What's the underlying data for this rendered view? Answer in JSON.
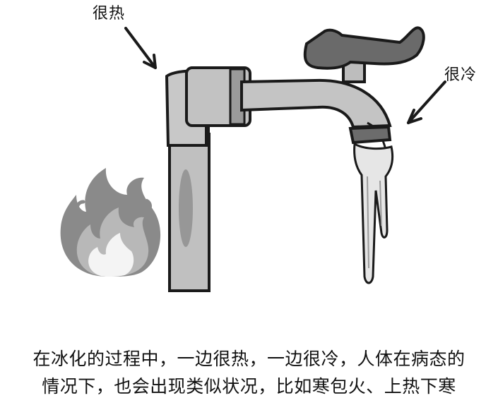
{
  "illustration": {
    "hot_label": "很热",
    "cold_label": "很冷",
    "icons": [
      "flame-icon",
      "faucet-icon",
      "arrow-icon",
      "water-stream-icon"
    ]
  },
  "caption": {
    "line1": "在冰化的过程中，一边很热，一边很冷，人体在病态的",
    "line2": "情况下，也会出现类似状况，比如寒包火、上热下寒"
  },
  "colors": {
    "outline": "#1a1a1a",
    "pipe": "#bdbdbd",
    "pipe_dark": "#9a9a9a",
    "flame_outer": "#8a8a8a",
    "flame_mid": "#b5b5b5",
    "flame_inner": "#f2f2f2"
  }
}
